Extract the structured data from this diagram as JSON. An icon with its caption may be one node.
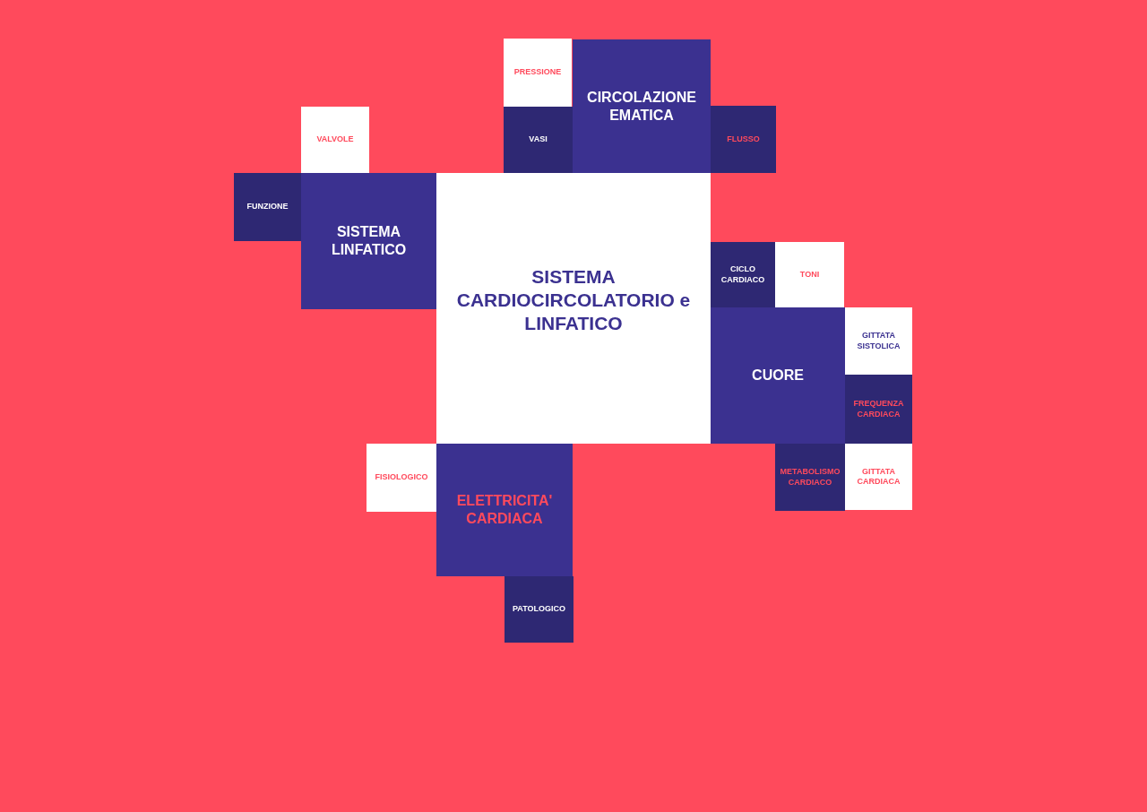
{
  "diagram": {
    "nodes": [
      {
        "text": [
          "PRESSIONE"
        ]
      },
      {
        "text": [
          "CIRCOLAZIONE EMATICA"
        ]
      },
      {
        "text": [
          "VALVOLE"
        ]
      },
      {
        "text": [
          "VASI"
        ]
      },
      {
        "text": [
          "FLUSSO"
        ]
      },
      {
        "text": [
          "FUNZIONE"
        ]
      },
      {
        "text": [
          "SISTEMA LINFATICO"
        ]
      },
      {
        "text": [
          "SISTEMA CARDIOCIRCOLATORIO e LINFATICO"
        ]
      },
      {
        "text": [
          "CICLO CARDIACO"
        ]
      },
      {
        "text": [
          "TONI"
        ]
      },
      {
        "text": [
          "CUORE"
        ]
      },
      {
        "text": [
          "GITTATA SISTOLICA"
        ]
      },
      {
        "text": [
          "FREQUENZA CARDIACA"
        ]
      },
      {
        "text": [
          "FISIOLOGICO"
        ]
      },
      {
        "text": [
          "ELETTRICITA' CARDIACA"
        ]
      },
      {
        "text": [
          "METABOLISMO CARDIACO"
        ]
      },
      {
        "text": [
          "GITTATA CARDIACA"
        ]
      },
      {
        "text": [
          "PATOLOGICO"
        ]
      }
    ]
  }
}
